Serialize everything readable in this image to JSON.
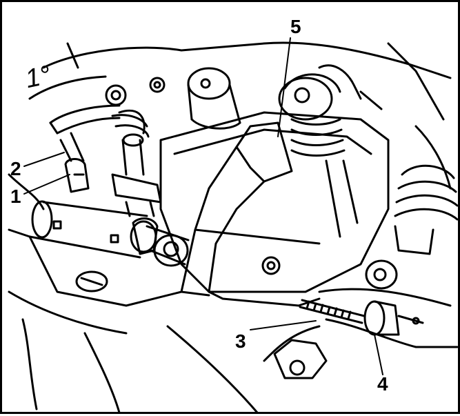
{
  "figure": {
    "mark": "1°",
    "callouts": [
      {
        "id": "1",
        "label": "1"
      },
      {
        "id": "2",
        "label": "2"
      },
      {
        "id": "3",
        "label": "3"
      },
      {
        "id": "4",
        "label": "4"
      },
      {
        "id": "5",
        "label": "5"
      }
    ]
  },
  "colors": {
    "ink": "#000000",
    "paper": "#ffffff"
  }
}
